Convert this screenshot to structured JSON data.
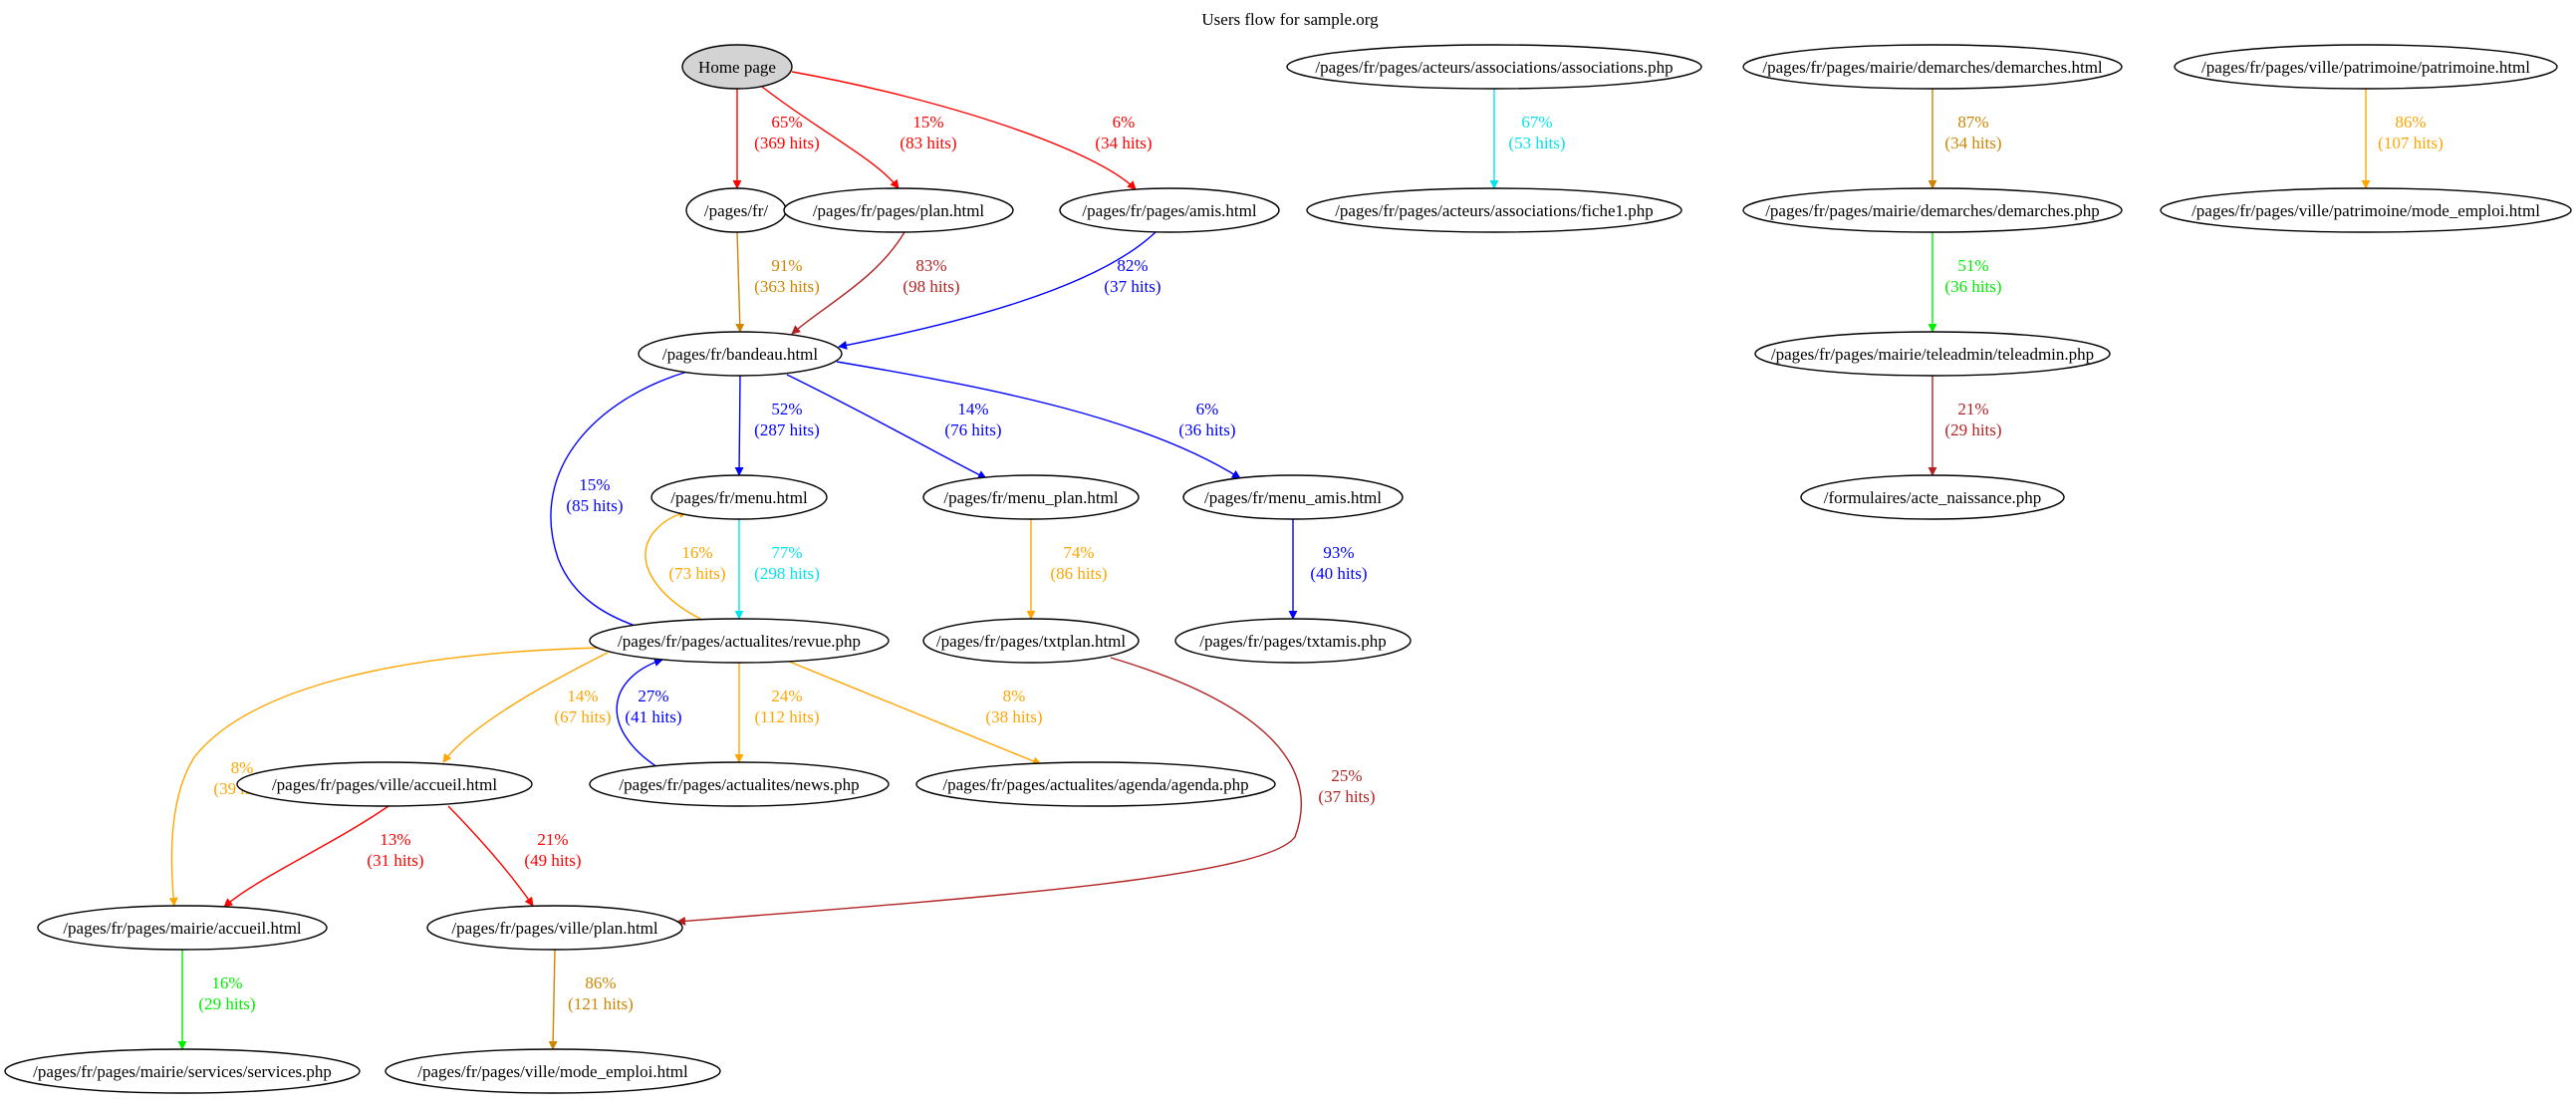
{
  "title": "Users flow for sample.org",
  "colors": {
    "red": "#ff0000",
    "darkred": "#b22222",
    "blue": "#0000ff",
    "cyan": "#00e5ee",
    "orange": "#ffa500",
    "goldenrod": "#cd8500",
    "green": "#00ee00",
    "node_fill_home": "#d3d3d3",
    "node_fill": "#ffffff",
    "node_stroke": "#000000"
  },
  "nodes": [
    {
      "id": "home",
      "label": "Home page",
      "filled": true
    },
    {
      "id": "fr",
      "label": "/pages/fr/"
    },
    {
      "id": "plan",
      "label": "/pages/fr/pages/plan.html"
    },
    {
      "id": "amis",
      "label": "/pages/fr/pages/amis.html"
    },
    {
      "id": "bandeau",
      "label": "/pages/fr/bandeau.html"
    },
    {
      "id": "menu",
      "label": "/pages/fr/menu.html"
    },
    {
      "id": "menu_plan",
      "label": "/pages/fr/menu_plan.html"
    },
    {
      "id": "menu_amis",
      "label": "/pages/fr/menu_amis.html"
    },
    {
      "id": "revue",
      "label": "/pages/fr/pages/actualites/revue.php"
    },
    {
      "id": "txtplan",
      "label": "/pages/fr/pages/txtplan.html"
    },
    {
      "id": "txtamis",
      "label": "/pages/fr/pages/txtamis.php"
    },
    {
      "id": "ville_accueil",
      "label": "/pages/fr/pages/ville/accueil.html"
    },
    {
      "id": "news",
      "label": "/pages/fr/pages/actualites/news.php"
    },
    {
      "id": "agenda",
      "label": "/pages/fr/pages/actualites/agenda/agenda.php"
    },
    {
      "id": "mairie_accueil",
      "label": "/pages/fr/pages/mairie/accueil.html"
    },
    {
      "id": "ville_plan",
      "label": "/pages/fr/pages/ville/plan.html"
    },
    {
      "id": "services",
      "label": "/pages/fr/pages/mairie/services/services.php"
    },
    {
      "id": "mode_emploi",
      "label": "/pages/fr/pages/ville/mode_emploi.html"
    },
    {
      "id": "associations",
      "label": "/pages/fr/pages/acteurs/associations/associations.php"
    },
    {
      "id": "fiche1",
      "label": "/pages/fr/pages/acteurs/associations/fiche1.php"
    },
    {
      "id": "demarches_html",
      "label": "/pages/fr/pages/mairie/demarches/demarches.html"
    },
    {
      "id": "demarches_php",
      "label": "/pages/fr/pages/mairie/demarches/demarches.php"
    },
    {
      "id": "teleadmin",
      "label": "/pages/fr/pages/mairie/teleadmin/teleadmin.php"
    },
    {
      "id": "acte",
      "label": "/formulaires/acte_naissance.php"
    },
    {
      "id": "patrimoine",
      "label": "/pages/fr/pages/ville/patrimoine/patrimoine.html"
    },
    {
      "id": "patrimoine_mode",
      "label": "/pages/fr/pages/ville/patrimoine/mode_emploi.html"
    }
  ],
  "edges": [
    {
      "from": "home",
      "to": "fr",
      "pct": "65%",
      "hits": "(369 hits)",
      "color": "red"
    },
    {
      "from": "home",
      "to": "plan",
      "pct": "15%",
      "hits": "(83 hits)",
      "color": "red"
    },
    {
      "from": "home",
      "to": "amis",
      "pct": "6%",
      "hits": "(34 hits)",
      "color": "red"
    },
    {
      "from": "fr",
      "to": "bandeau",
      "pct": "91%",
      "hits": "(363 hits)",
      "color": "goldenrod"
    },
    {
      "from": "plan",
      "to": "bandeau",
      "pct": "83%",
      "hits": "(98 hits)",
      "color": "darkred"
    },
    {
      "from": "amis",
      "to": "bandeau",
      "pct": "82%",
      "hits": "(37 hits)",
      "color": "blue"
    },
    {
      "from": "bandeau",
      "to": "menu",
      "pct": "52%",
      "hits": "(287 hits)",
      "color": "blue"
    },
    {
      "from": "bandeau",
      "to": "menu_plan",
      "pct": "14%",
      "hits": "(76 hits)",
      "color": "blue"
    },
    {
      "from": "bandeau",
      "to": "menu_amis",
      "pct": "6%",
      "hits": "(36 hits)",
      "color": "blue"
    },
    {
      "from": "bandeau",
      "to": "revue",
      "pct": "15%",
      "hits": "(85 hits)",
      "color": "blue"
    },
    {
      "from": "menu",
      "to": "revue",
      "pct": "77%",
      "hits": "(298 hits)",
      "color": "cyan"
    },
    {
      "from": "revue",
      "to": "menu",
      "pct": "16%",
      "hits": "(73 hits)",
      "color": "orange"
    },
    {
      "from": "menu_plan",
      "to": "txtplan",
      "pct": "74%",
      "hits": "(86 hits)",
      "color": "orange"
    },
    {
      "from": "menu_amis",
      "to": "txtamis",
      "pct": "93%",
      "hits": "(40 hits)",
      "color": "blue"
    },
    {
      "from": "revue",
      "to": "ville_accueil",
      "pct": "14%",
      "hits": "(67 hits)",
      "color": "orange"
    },
    {
      "from": "news",
      "to": "revue",
      "pct": "27%",
      "hits": "(41 hits)",
      "color": "blue"
    },
    {
      "from": "revue",
      "to": "news",
      "pct": "24%",
      "hits": "(112 hits)",
      "color": "orange"
    },
    {
      "from": "revue",
      "to": "agenda",
      "pct": "8%",
      "hits": "(38 hits)",
      "color": "orange"
    },
    {
      "from": "revue",
      "to": "mairie_accueil",
      "pct": "8%",
      "hits": "(39 hits)",
      "color": "orange"
    },
    {
      "from": "txtplan",
      "to": "ville_plan",
      "pct": "25%",
      "hits": "(37 hits)",
      "color": "darkred"
    },
    {
      "from": "ville_accueil",
      "to": "mairie_accueil",
      "pct": "13%",
      "hits": "(31 hits)",
      "color": "red"
    },
    {
      "from": "ville_accueil",
      "to": "ville_plan",
      "pct": "21%",
      "hits": "(49 hits)",
      "color": "red"
    },
    {
      "from": "mairie_accueil",
      "to": "services",
      "pct": "16%",
      "hits": "(29 hits)",
      "color": "green"
    },
    {
      "from": "ville_plan",
      "to": "mode_emploi",
      "pct": "86%",
      "hits": "(121 hits)",
      "color": "goldenrod"
    },
    {
      "from": "associations",
      "to": "fiche1",
      "pct": "67%",
      "hits": "(53 hits)",
      "color": "cyan"
    },
    {
      "from": "demarches_html",
      "to": "demarches_php",
      "pct": "87%",
      "hits": "(34 hits)",
      "color": "goldenrod"
    },
    {
      "from": "demarches_php",
      "to": "teleadmin",
      "pct": "51%",
      "hits": "(36 hits)",
      "color": "green"
    },
    {
      "from": "teleadmin",
      "to": "acte",
      "pct": "21%",
      "hits": "(29 hits)",
      "color": "darkred"
    },
    {
      "from": "patrimoine",
      "to": "patrimoine_mode",
      "pct": "86%",
      "hits": "(107 hits)",
      "color": "orange"
    }
  ]
}
